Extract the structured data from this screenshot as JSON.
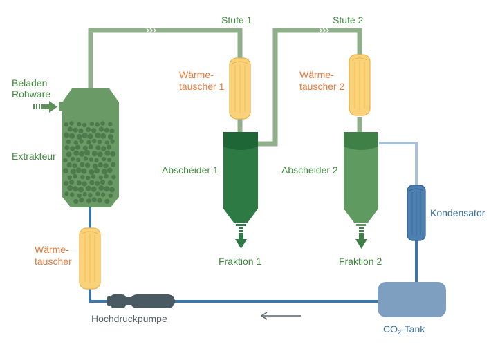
{
  "labels": {
    "stage1": "Stufe 1",
    "stage2": "Stufe 2",
    "feed_line1": "Beladen",
    "feed_line2": "Rohware",
    "extractor": "Extrakteur",
    "hx1_line1": "Wärme-",
    "hx1_line2": "tauscher 1",
    "hx2_line1": "Wärme-",
    "hx2_line2": "tauscher 2",
    "hx0_line1": "Wärme-",
    "hx0_line2": "tauscher",
    "separator1": "Abscheider 1",
    "separator2": "Abscheider 2",
    "fraction1": "Fraktion 1",
    "fraction2": "Fraktion 2",
    "condenser": "Kondensator",
    "pump": "Hochdruckpumpe",
    "tank_main": "CO",
    "tank_sub": "2",
    "tank_suffix": "-Tank"
  },
  "colors": {
    "green_pipe": "#8fb08a",
    "blue_pipe": "#3d76a3",
    "light_blue_pipe": "#a9bfd6",
    "vessel_green": "#6a9a66",
    "vessel_dark": "#4c7a4a",
    "separator_green": "#2e7a45",
    "separator2_green": "#5f9a60",
    "heat_exchanger": "#fad27a",
    "heat_exchanger_stroke": "#e9b24a",
    "condenser": "#4d7fb0",
    "tank": "#7f9fc0",
    "pump": "#4a5a62",
    "orange_label": "#e97a3a",
    "green_label": "#3f8a3f",
    "blue_label": "#3b6e9c",
    "gray_label": "#58626a"
  }
}
